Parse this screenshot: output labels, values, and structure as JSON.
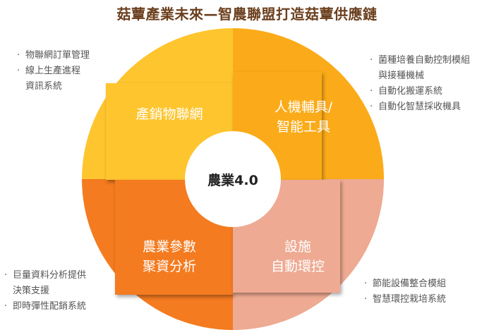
{
  "title": "菇蕈產業未來—智農聯盟打造菇蕈供應鏈",
  "center": {
    "label": "農業4.0"
  },
  "colors": {
    "title": "#6b3f1e",
    "top_left": "#fec52f",
    "top_right": "#fbab19",
    "bottom_left": "#f47b20",
    "bottom_right": "#eeaa92"
  },
  "quadrants": {
    "top_left": {
      "lines": [
        "產銷物聯網"
      ],
      "notes": [
        {
          "bullet": "·",
          "text": "物聯網訂單管理"
        },
        {
          "bullet": "·",
          "text": "線上生產進程"
        },
        {
          "bullet": "",
          "text": "資訊系統"
        }
      ]
    },
    "top_right": {
      "lines": [
        "人機輔具/",
        "智能工具"
      ],
      "notes": [
        {
          "bullet": "·",
          "text": "菌種培養自動控制模組"
        },
        {
          "bullet": "",
          "text": "與接種機械"
        },
        {
          "bullet": "·",
          "text": "自動化搬運系統"
        },
        {
          "bullet": "·",
          "text": "自動化智慧採收機具"
        }
      ]
    },
    "bottom_left": {
      "lines": [
        "農業參數",
        "聚資分析"
      ],
      "notes": [
        {
          "bullet": "·",
          "text": "巨量資料分析提供"
        },
        {
          "bullet": "",
          "text": "決策支援"
        },
        {
          "bullet": "·",
          "text": "即時彈性配銷系統"
        }
      ]
    },
    "bottom_right": {
      "lines": [
        "設施",
        "自動環控"
      ],
      "notes": [
        {
          "bullet": "·",
          "text": "節能設備整合模組"
        },
        {
          "bullet": "·",
          "text": "智慧環控栽培系統"
        }
      ]
    }
  }
}
